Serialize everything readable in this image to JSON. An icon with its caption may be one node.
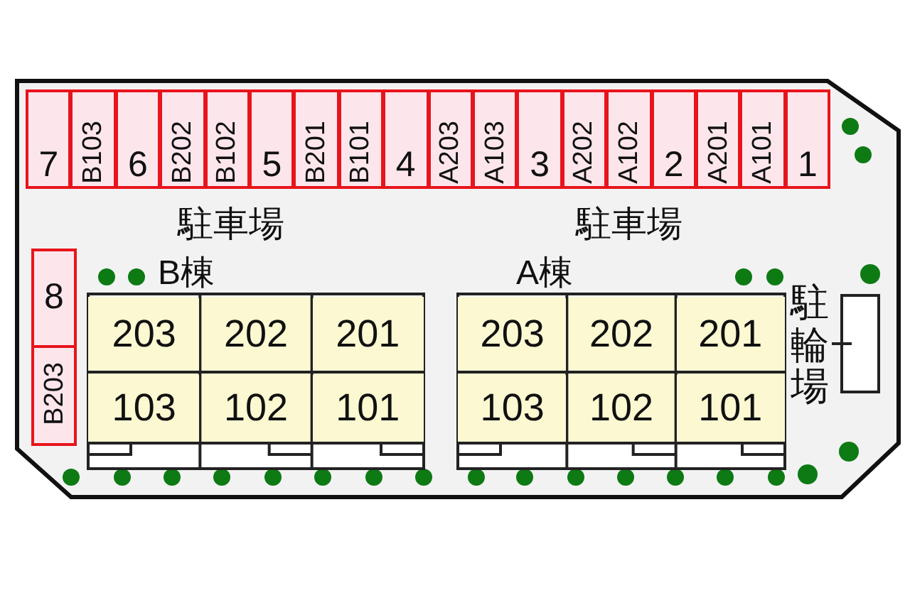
{
  "diagram": {
    "nodes": [
      {
        "text": [
          "7"
        ]
      },
      {
        "text": [
          "B103"
        ]
      },
      {
        "text": [
          "6"
        ]
      },
      {
        "text": [
          "B202"
        ]
      },
      {
        "text": [
          "B102"
        ]
      },
      {
        "text": [
          "5"
        ]
      },
      {
        "text": [
          "B201"
        ]
      },
      {
        "text": [
          "B101"
        ]
      },
      {
        "text": [
          "4"
        ]
      },
      {
        "text": [
          "A203"
        ]
      },
      {
        "text": [
          "A103"
        ]
      },
      {
        "text": [
          "3"
        ]
      },
      {
        "text": [
          "A202"
        ]
      },
      {
        "text": [
          "A102"
        ]
      },
      {
        "text": [
          "2"
        ]
      },
      {
        "text": [
          "A201"
        ]
      },
      {
        "text": [
          "A101"
        ]
      },
      {
        "text": [
          "1"
        ]
      },
      {
        "text": [
          "8"
        ]
      },
      {
        "text": [
          "B203"
        ]
      },
      {
        "text": [
          "B棟"
        ]
      },
      {
        "text": [
          "203"
        ],
        "in": 20
      },
      {
        "text": [
          "202"
        ],
        "in": 20
      },
      {
        "text": [
          "201"
        ],
        "in": 20
      },
      {
        "text": [
          "103"
        ],
        "in": 20
      },
      {
        "text": [
          "102"
        ],
        "in": 20
      },
      {
        "text": [
          "101"
        ],
        "in": 20
      },
      {
        "text": [
          "A棟"
        ]
      },
      {
        "text": [
          "203"
        ],
        "in": 27
      },
      {
        "text": [
          "202"
        ],
        "in": 27
      },
      {
        "text": [
          "201"
        ],
        "in": 27
      },
      {
        "text": [
          "103"
        ],
        "in": 27
      },
      {
        "text": [
          "102"
        ],
        "in": 27
      },
      {
        "text": [
          "101"
        ],
        "in": 27
      },
      {
        "text": [],
        "shape": "box",
        "beside": [
          "駐輪場"
        ]
      }
    ],
    "edges": [],
    "labels": [
      "駐車場",
      "駐車場"
    ]
  }
}
